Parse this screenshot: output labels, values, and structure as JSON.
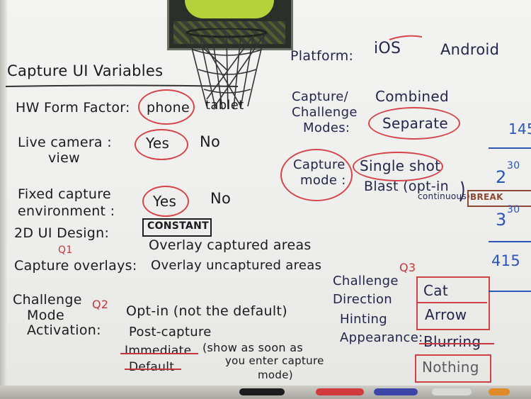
{
  "title": "Capture UI Variables",
  "left": {
    "hw_label": "HW Form Factor:",
    "hw_phone": "phone",
    "hw_tablet": "tablet",
    "live_label": "Live camera :",
    "live_label2": "view",
    "live_yes": "Yes",
    "live_no": "No",
    "fixed_label": "Fixed capture",
    "fixed_label2": "environment :",
    "fixed_yes": "Yes",
    "fixed_no": "No",
    "design_label": "2D UI Design:",
    "design_value": "CONSTANT",
    "q1": "Q1",
    "overlay_label": "Capture overlays:",
    "overlay_opt1": "Overlay captured areas",
    "overlay_opt2": "Overlay uncaptured areas",
    "challenge_label1": "Challenge",
    "challenge_label2": "Mode",
    "challenge_label3": "Activation:",
    "q2": "Q2",
    "act_opt1": "Opt-in (not the default)",
    "act_opt2": "Post-capture",
    "act_opt3": "Immediate",
    "act_opt4": "Default",
    "act_note1": "(show as soon as",
    "act_note2": "you enter capture",
    "act_note3": "mode)"
  },
  "right": {
    "platform_label": "Platform:",
    "platform_ios": "iOS",
    "platform_android": "Android",
    "ccm_label1": "Capture/",
    "ccm_label2": "Challenge",
    "ccm_label3": "Modes:",
    "ccm_combined": "Combined",
    "ccm_separate": "Separate",
    "mode_label1": "Capture",
    "mode_label2": "mode :",
    "mode_single": "Single shot",
    "mode_blast": "Blast (opt-in",
    "mode_blast2": "continuous)",
    "q3": "Q3",
    "dir_label1": "Challenge",
    "dir_label2": "Direction",
    "dir_label3": "Hinting",
    "dir_label4": "Appearance:",
    "dir_cat": "Cat",
    "dir_arrow": "Arrow",
    "dir_blurring": "Blurring",
    "dir_nothing": "Nothing"
  },
  "schedule": {
    "t1": "145",
    "t2": "2",
    "t2_sup": "30",
    "break_label": "BREAK",
    "t3": "3",
    "t3_sup": "30",
    "t4": "415"
  },
  "colors": {
    "board": "#eeeeec",
    "marker_black": "#1a1a20",
    "marker_red": "#c4373c",
    "marker_blue": "#2b56b5"
  }
}
